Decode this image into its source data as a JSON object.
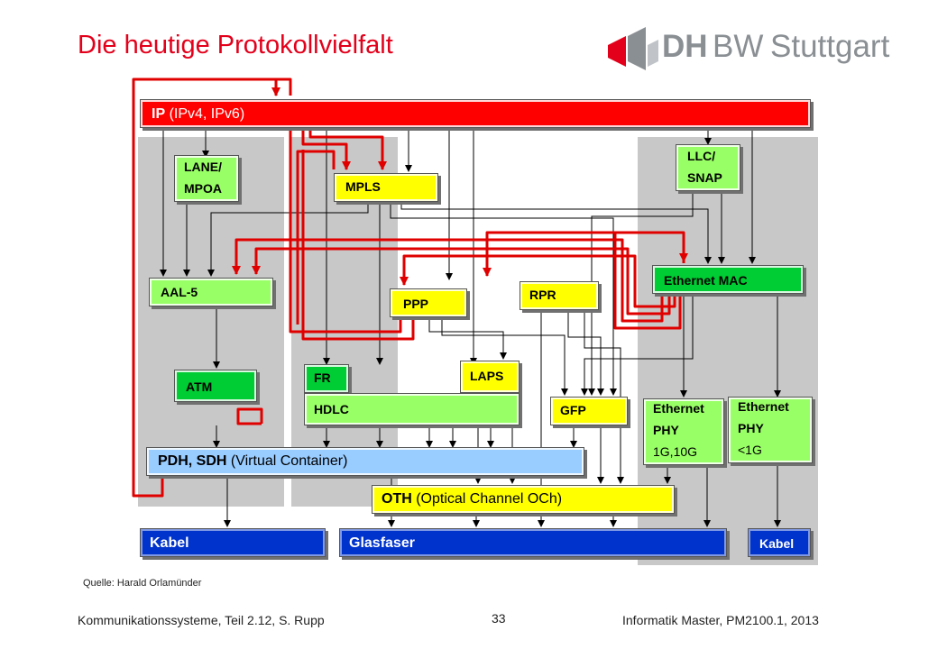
{
  "slide": {
    "title": "Die heutige Protokollvielfalt",
    "source": "Quelle: Harald Orlamünder",
    "footer_left": "Kommunikationssysteme, Teil 2.12, S. Rupp",
    "page_number": "33",
    "footer_right": "Informatik Master, PM2100.1, 2013"
  },
  "logo": {
    "dh": "DH",
    "bw": "BW",
    "city": "Stuttgart"
  },
  "boxes": {
    "ip_bold": "IP",
    "ip_rest": " (IPv4, IPv6)",
    "lane_1": "LANE/",
    "lane_2": "MPOA",
    "mpls": "MPLS",
    "llc_1": "LLC/",
    "llc_2": "SNAP",
    "ethernet_mac": "Ethernet MAC",
    "aal5": "AAL-5",
    "ppp": "PPP",
    "rpr": "RPR",
    "atm": "ATM",
    "fr": "FR",
    "laps": "LAPS",
    "hdlc": "HDLC",
    "gfp": "GFP",
    "eth_phy_10g_1": "Ethernet",
    "eth_phy_10g_2": "PHY",
    "eth_phy_10g_3": "1G,10G",
    "eth_phy_1g_1": "Ethernet",
    "eth_phy_1g_2": "PHY",
    "eth_phy_1g_3": "<1G",
    "pdh_bold": "PDH, SDH",
    "pdh_rest": " (Virtual Container)",
    "oth_bold": "OTH",
    "oth_rest": " (Optical Channel OCh)",
    "kabel_left": "Kabel",
    "glasfaser": "Glasfaser",
    "kabel_right": "Kabel"
  },
  "colors": {
    "accent": "#e3001b",
    "ip": "#ff0000",
    "yellow": "#ffff00",
    "green": "#99ff66",
    "dark_green": "#00cc33",
    "light_blue": "#99ccff",
    "navy": "#0033cc",
    "panel": "#c8c8c8"
  }
}
